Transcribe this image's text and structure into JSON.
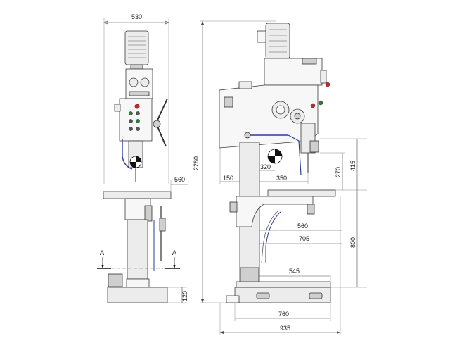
{
  "dimensions": {
    "front_width": "530",
    "front_table": "560",
    "front_base": "120",
    "side_height": "2280",
    "side_415": "415",
    "side_270": "270",
    "side_800": "800",
    "side_320": "320",
    "side_150": "150",
    "side_350": "350",
    "side_560": "560",
    "side_705": "705",
    "side_545": "545",
    "side_760": "760",
    "side_935": "935"
  },
  "section_marks": {
    "left": "A",
    "right": "A"
  },
  "colors": {
    "accent_blue": "#2a3f9a",
    "panel_red": "#c62828",
    "panel_green": "#2e7d32",
    "line": "#3a3a3a"
  }
}
